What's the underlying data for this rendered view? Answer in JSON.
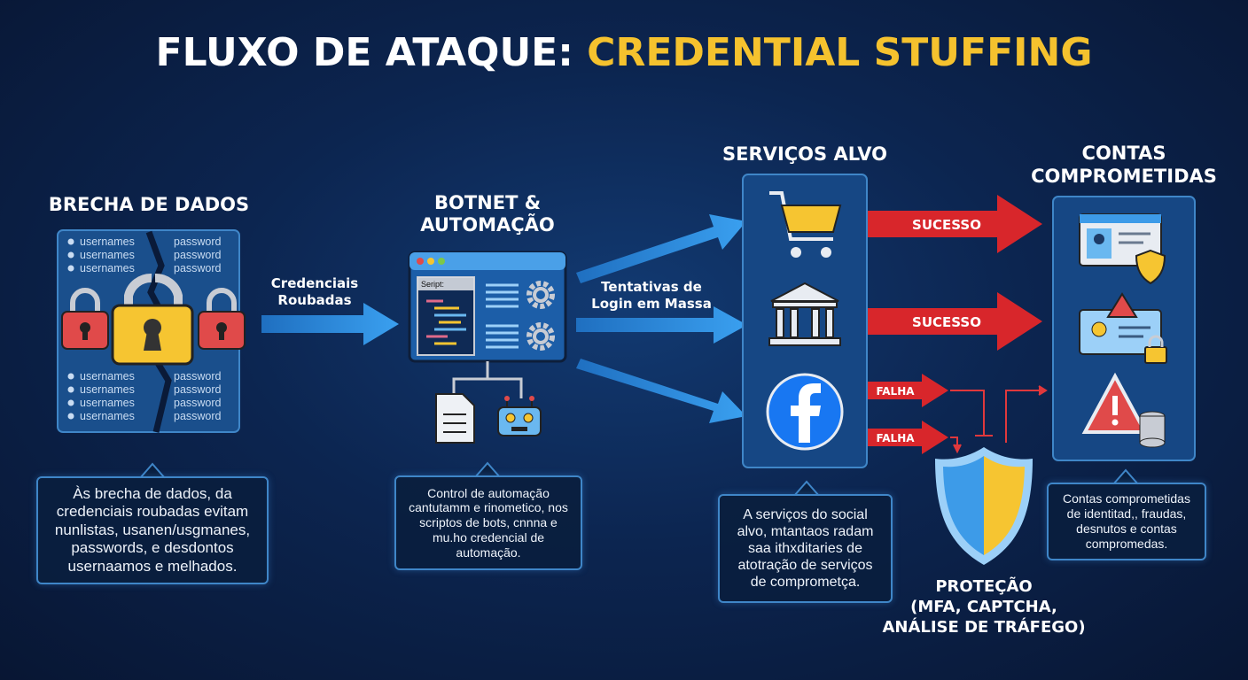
{
  "title": {
    "part1": "FLUXO DE ATAQUE:",
    "part2": "CREDENTIAL STUFFING"
  },
  "colors": {
    "title_accent": "#f5c22e",
    "success_red": "#d8262b",
    "panel_border": "#3f86c8",
    "arrow_blue": "#2e8fe0"
  },
  "stages": {
    "breach": {
      "title": "BRECHA DE DADOS",
      "list": {
        "username_label": "usernames",
        "password_label": "password"
      },
      "description": "Às brecha de dados, da credenciais roubadas evitam nunlistas, usanen/usgmanes, passwords, e desdontos usernaamos e melhados."
    },
    "arrow1_label": {
      "line1": "Credenciais",
      "line2": "Roubadas"
    },
    "botnet": {
      "title_line1": "BOTNET &",
      "title_line2": "AUTOMAÇÃO",
      "script_label": "Seript:",
      "description": "Control de automação cantutamm e rinometico, nos scriptos de bots, cnnna e mu.ho credencial de automação."
    },
    "arrow2_label": {
      "line1": "Tentativas de",
      "line2": "Login em Massa"
    },
    "services": {
      "title": "SERVIÇOS ALVO",
      "icons": [
        "shopping-cart-icon",
        "bank-icon",
        "facebook-icon"
      ],
      "description": "A serviços do social alvo, mtantaos radam saa ithxditaries de atotração de serviços de comprometça."
    },
    "outcomes": {
      "success": [
        "SUCESSO",
        "SUCESSO"
      ],
      "fail": [
        "FALHA",
        "FALHA"
      ]
    },
    "protection": {
      "line1": "PROTEÇÃO",
      "line2": "(MFA, CAPTCHA,",
      "line3": "ANÁLISE DE TRÁFEGO)"
    },
    "accounts": {
      "title_line1": "CONTAS",
      "title_line2": "COMPROMETIDAS",
      "icons": [
        "id-card-shield-icon",
        "id-card-warning-lock-icon",
        "warning-database-icon"
      ],
      "description": "Contas comprometidas de identitad,, fraudas, desnutos e contas compromedas."
    }
  }
}
